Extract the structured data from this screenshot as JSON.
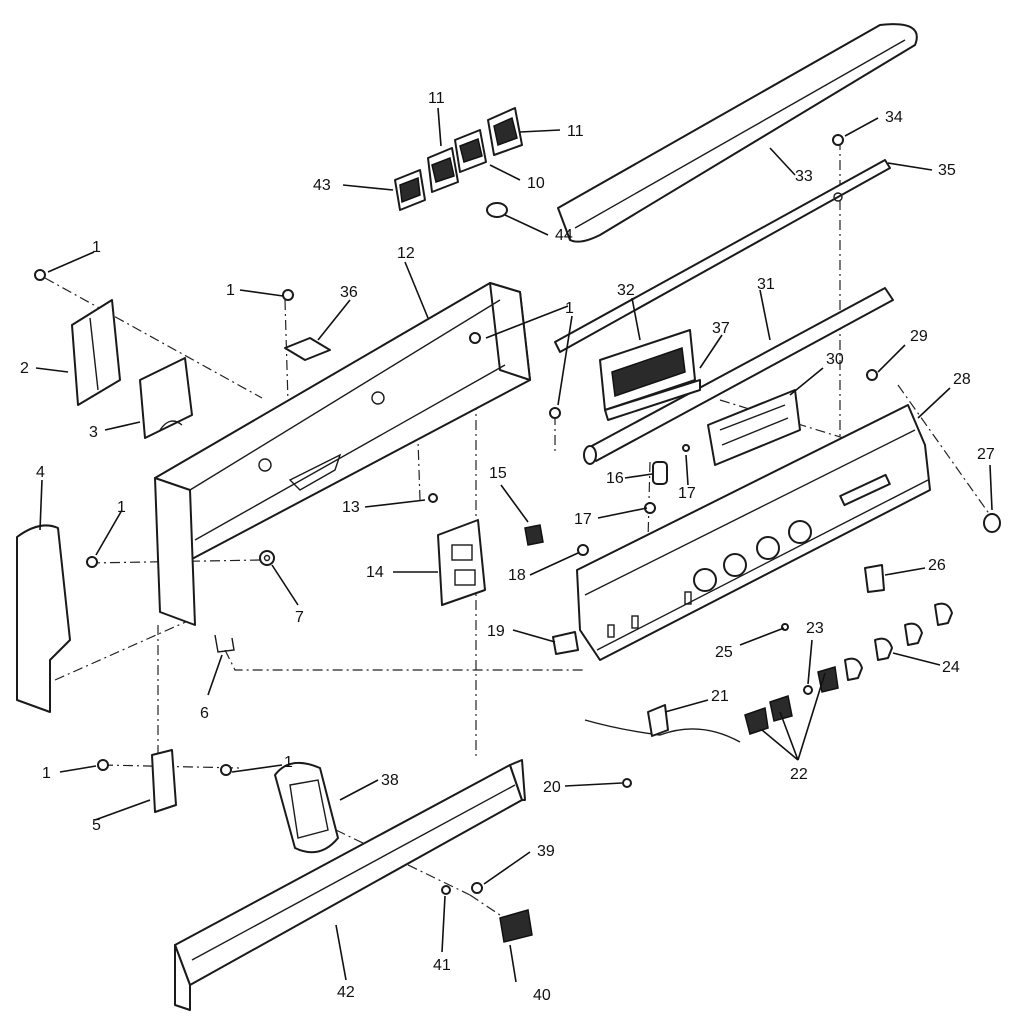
{
  "callouts": {
    "c1a": "1",
    "c1b": "1",
    "c1c": "1",
    "c1d": "1",
    "c1e": "1",
    "c1f": "1",
    "c2": "2",
    "c3": "3",
    "c4": "4",
    "c5": "5",
    "c6": "6",
    "c7": "7",
    "c10": "10",
    "c11a": "11",
    "c11b": "11",
    "c12": "12",
    "c13": "13",
    "c14": "14",
    "c15": "15",
    "c16": "16",
    "c17a": "17",
    "c17b": "17",
    "c18": "18",
    "c19": "19",
    "c20": "20",
    "c21": "21",
    "c22": "22",
    "c23": "23",
    "c24": "24",
    "c25": "25",
    "c26": "26",
    "c27": "27",
    "c28": "28",
    "c29": "29",
    "c30": "30",
    "c31": "31",
    "c32": "32",
    "c33": "33",
    "c34": "34",
    "c35": "35",
    "c36": "36",
    "c37": "37",
    "c38": "38",
    "c39": "39",
    "c40": "40",
    "c41": "41",
    "c42": "42",
    "c43": "43",
    "c44": "44"
  }
}
